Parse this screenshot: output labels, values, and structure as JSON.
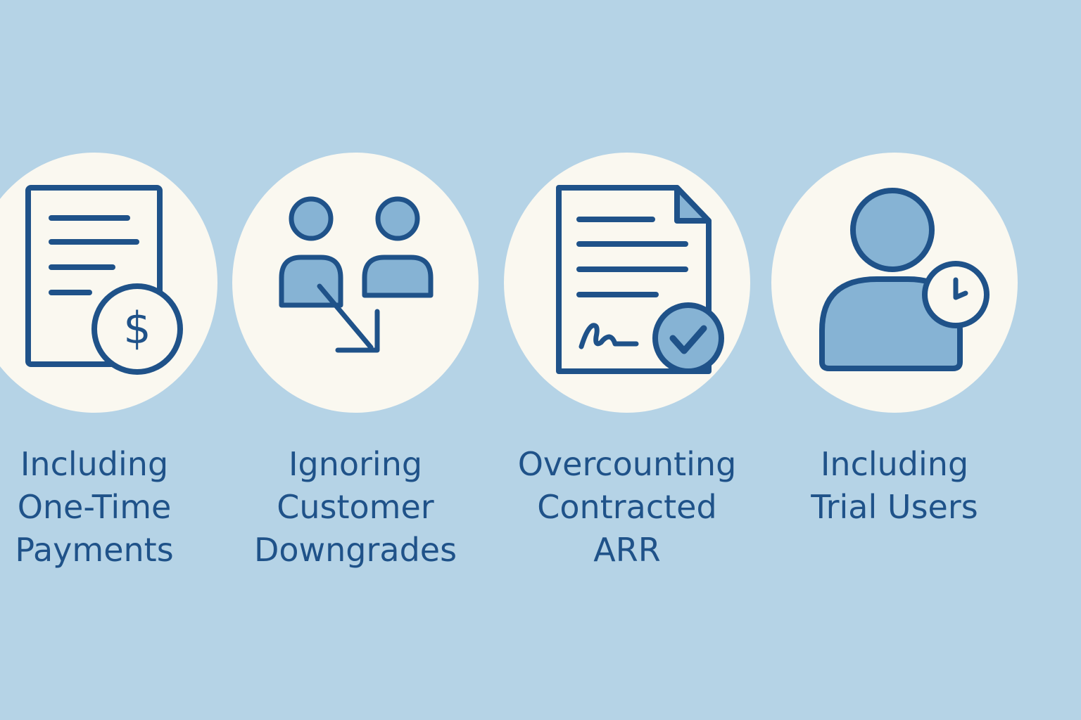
{
  "colors": {
    "background": "#b5d3e6",
    "disc": "#faf8f0",
    "stroke": "#1f5289",
    "fill": "#86b3d4",
    "text": "#1f5289"
  },
  "items": [
    {
      "icon": "invoice-dollar-icon",
      "lines": [
        "Including",
        "One-Time",
        "Payments"
      ],
      "badge_glyph": "$"
    },
    {
      "icon": "users-downgrade-icon",
      "lines": [
        "Ignoring",
        "Customer",
        "Downgrades"
      ]
    },
    {
      "icon": "signed-contract-check-icon",
      "lines": [
        "Overcounting",
        "Contracted",
        "ARR"
      ]
    },
    {
      "icon": "trial-user-clock-icon",
      "lines": [
        "Including",
        "Trial Users"
      ]
    }
  ]
}
